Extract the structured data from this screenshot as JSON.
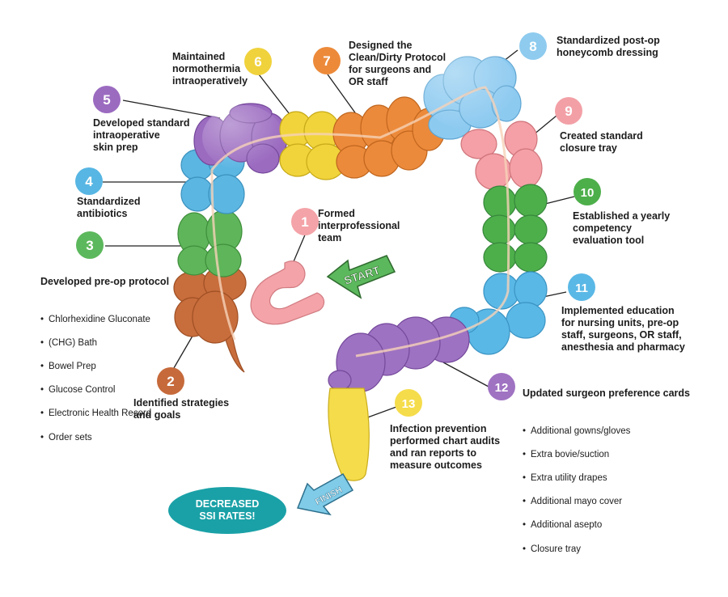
{
  "steps": [
    {
      "num": "1",
      "text": "Formed\ninterprofessional\nteam",
      "color": "#f4a3a8"
    },
    {
      "num": "2",
      "text": "Identified strategies\nand goals",
      "color": "#c66a3b"
    },
    {
      "num": "3",
      "text": "Developed pre-op protocol",
      "color": "#5cb85c",
      "items": [
        "Chlorhexidine Gluconate",
        "(CHG) Bath",
        "Bowel Prep",
        "Glucose Control",
        "Electronic Health Record",
        "Order sets"
      ]
    },
    {
      "num": "4",
      "text": "Standardized\nantibiotics",
      "color": "#57b6e3"
    },
    {
      "num": "5",
      "text": "Developed standard\nintraoperative\nskin prep",
      "color": "#9b6bc0"
    },
    {
      "num": "6",
      "text": "Maintained\nnormothermia\nintraoperatively",
      "color": "#f0d23c"
    },
    {
      "num": "7",
      "text": "Designed the\nClean/Dirty Protocol\nfor surgeons and\nOR staff",
      "color": "#ec8a3a"
    },
    {
      "num": "8",
      "text": "Standardized post-op\nhoneycomb dressing",
      "color": "#8ecbef"
    },
    {
      "num": "9",
      "text": "Created standard\nclosure tray",
      "color": "#f2a0a6"
    },
    {
      "num": "10",
      "text": "Established a yearly\ncompetency\nevaluation tool",
      "color": "#4daf4a"
    },
    {
      "num": "11",
      "text": "Implemented education\nfor nursing units, pre-op\nstaff, surgeons, OR staff,\nanesthesia and pharmacy",
      "color": "#5ab8e6"
    },
    {
      "num": "12",
      "text": "Updated surgeon preference cards",
      "color": "#9f72c2",
      "items": [
        "Additional gowns/gloves",
        "Extra bovie/suction",
        "Extra utility drapes",
        "Additional mayo cover",
        "Additional asepto",
        "Closure tray"
      ]
    },
    {
      "num": "13",
      "text": "Infection prevention\nperformed chart audits\nand ran reports to\nmeasure outcomes",
      "color": "#f5dc4a"
    }
  ],
  "start_label": "START",
  "finish_label": "FINISH",
  "outcome": "DECREASED\nSSI RATES!",
  "colors": {
    "outcome": "#1aa1a7",
    "arrow_start": "#5cb85c",
    "arrow_finish": "#7fcbe8"
  }
}
